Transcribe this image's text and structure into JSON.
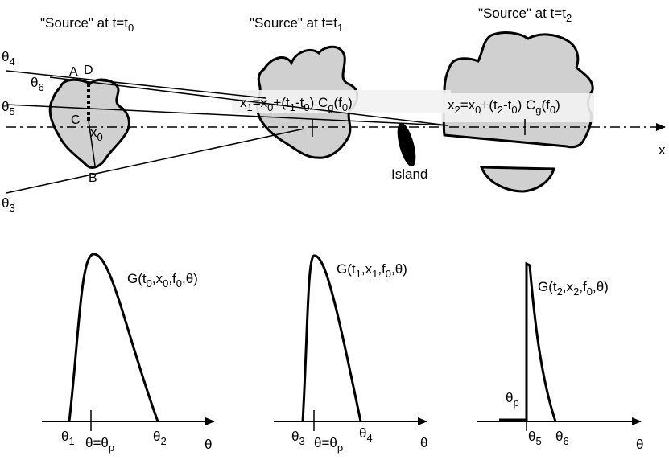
{
  "top": {
    "source_titles": [
      {
        "main": "\"Source\" at t=t",
        "sub": "0"
      },
      {
        "main": "\"Source\" at t=t",
        "sub": "1"
      },
      {
        "main": "\"Source\" at t=t",
        "sub": "2"
      }
    ],
    "ray_labels": {
      "theta4": {
        "main": "θ",
        "sub": "4"
      },
      "theta6": {
        "main": "θ",
        "sub": "6"
      },
      "theta5": {
        "main": "θ",
        "sub": "5"
      },
      "theta3": {
        "main": "θ",
        "sub": "3"
      }
    },
    "point_labels": {
      "A": "A",
      "D": "D",
      "C": "C",
      "B": "B"
    },
    "x0_label": {
      "main": "x",
      "sub": "0"
    },
    "x_axis_label": "x",
    "island_label": "Island",
    "eq1": {
      "a": "x",
      "a_sub": "1",
      "b": "=x",
      "b_sub": "0",
      "c": "+(t",
      "c_sub": "1",
      "d": "-t",
      "d_sub": "0",
      "e": ") C",
      "e_sub": "g",
      "f": "(f",
      "f_sub": "0",
      "g": ")"
    },
    "eq2": {
      "a": "x",
      "a_sub": "2",
      "b": "=x",
      "b_sub": "0",
      "c": "+(t",
      "c_sub": "2",
      "d": "-t",
      "d_sub": "0",
      "e": ") C",
      "e_sub": "g",
      "f": "(f",
      "f_sub": "0",
      "g": ")"
    }
  },
  "bottom": {
    "g1": {
      "a": "G(t",
      "a_sub": "0",
      "b": ",x",
      "b_sub": "0",
      "c": ",f",
      "c_sub": "0",
      "d": ",θ)"
    },
    "g2": {
      "a": "G(t",
      "a_sub": "1",
      "b": ",x",
      "b_sub": "1",
      "c": ",f",
      "c_sub": "0",
      "d": ",θ)"
    },
    "g3": {
      "a": "G(t",
      "a_sub": "2",
      "b": ",x",
      "b_sub": "2",
      "c": ",f",
      "c_sub": "0",
      "d": ",θ)"
    },
    "theta_axis": "θ",
    "tick_labels": {
      "t1": {
        "main": "θ",
        "sub": "1"
      },
      "t2": {
        "main": "θ",
        "sub": "2"
      },
      "t3": {
        "main": "θ",
        "sub": "3"
      },
      "t4": {
        "main": "θ",
        "sub": "4"
      },
      "t5": {
        "main": "θ",
        "sub": "5"
      },
      "t6": {
        "main": "θ",
        "sub": "6"
      }
    },
    "theta_p_eq": {
      "main": "θ=θ",
      "sub": "p"
    },
    "theta_p": {
      "main": "θ",
      "sub": "p"
    }
  }
}
